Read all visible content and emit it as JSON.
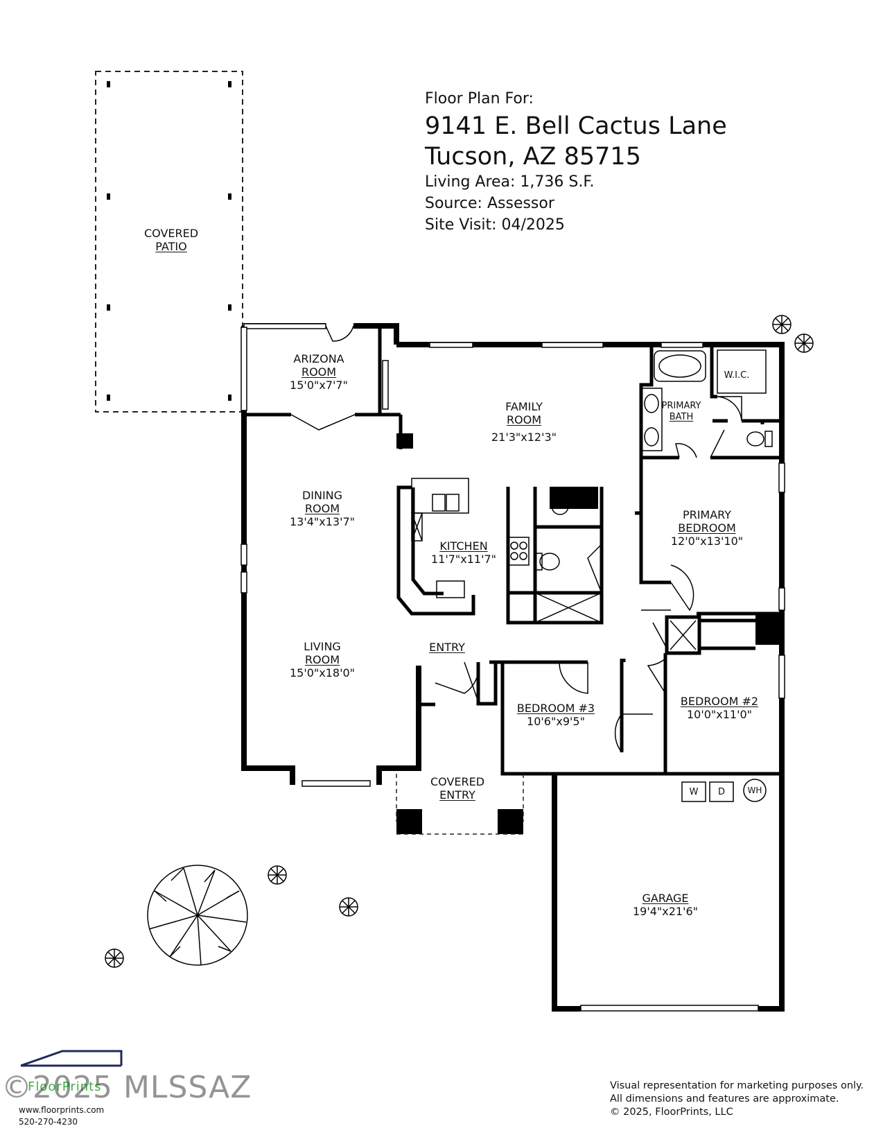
{
  "header": {
    "line1": "Floor Plan For:",
    "address_line1": "9141 E. Bell Cactus Lane",
    "address_line2": "Tucson, AZ  85715",
    "living_area": "Living Area:  1,736 S.F.",
    "source": "Source:  Assessor",
    "site_visit": "Site Visit:  04/2025"
  },
  "rooms": {
    "covered_patio": {
      "l1": "COVERED",
      "l2": "PATIO"
    },
    "arizona_room": {
      "l1": "ARIZONA",
      "l2": "ROOM",
      "dim": "15'0\"x7'7\""
    },
    "family_room": {
      "l1": "FAMILY",
      "l2": "ROOM",
      "dim": "21'3\"x12'3\""
    },
    "dining_room": {
      "l1": "DINING",
      "l2": "ROOM",
      "dim": "13'4\"x13'7\""
    },
    "kitchen": {
      "l1": "KITCHEN",
      "dim": "11'7\"x11'7\""
    },
    "living_room": {
      "l1": "LIVING",
      "l2": "ROOM",
      "dim": "15'0\"x18'0\""
    },
    "entry": {
      "l1": "ENTRY"
    },
    "covered_entry": {
      "l1": "COVERED",
      "l2": "ENTRY"
    },
    "bedroom3": {
      "l1": "BEDROOM #3",
      "dim": "10'6\"x9'5\""
    },
    "bedroom2": {
      "l1": "BEDROOM #2",
      "dim": "10'0\"x11'0\""
    },
    "primary_bedroom": {
      "l1": "PRIMARY",
      "l2": "BEDROOM",
      "dim": "12'0\"x13'10\""
    },
    "primary_bath": {
      "l1": "PRIMARY",
      "l2": "BATH"
    },
    "wic": {
      "l1": "W.I.C."
    },
    "garage": {
      "l1": "GARAGE",
      "dim": "19'4\"x21'6\""
    },
    "washer": "W",
    "dryer": "D",
    "water_heater": "WH"
  },
  "footer": {
    "disclaimer1": "Visual representation for marketing purposes only.",
    "disclaimer2": "All dimensions and features are approximate.",
    "copyright": "© 2025, FloorPrints, LLC",
    "brand": "FloorPrints",
    "website": "www.floorprints.com",
    "phone": "520-270-4230",
    "watermark": "©2025 MLSSAZ"
  },
  "colors": {
    "wall": "#000000",
    "line": "#222222",
    "brand_green": "#3cb043",
    "brand_navy": "#1f2a5a"
  }
}
